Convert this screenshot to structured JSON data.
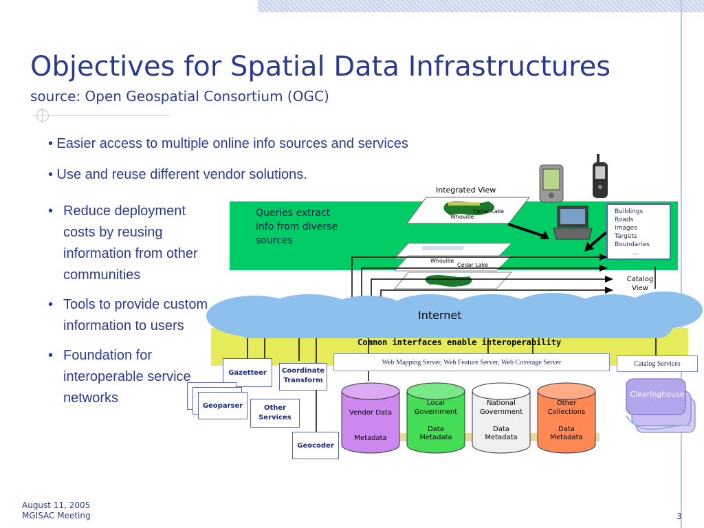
{
  "slide": {
    "title": "Objectives for Spatial Data Infrastructures",
    "subtitle": "source: Open Geospatial Consortium (OGC)",
    "bullets_top": [
      "• Easier access to multiple online info sources and services",
      "• Use and reuse different vendor solutions."
    ],
    "bullets": [
      "Reduce deployment costs by reusing information from other communities",
      "Tools to provide custom information to users",
      "Foundation for interoperable service networks"
    ],
    "bullet_marker": "•",
    "footer_date": "August 11, 2005",
    "footer_event": "MGISAC  Meeting",
    "page_number": "3"
  },
  "diagram": {
    "integrated_view": "Integrated View",
    "map_labels": {
      "cedar_lake": "Cedar Lake",
      "whoville": "Whoville"
    },
    "queries_text": "Queries extract info from diverse sources",
    "catalog_items": [
      "Buildings",
      "Roads",
      "Images",
      "Targets",
      "Boundaries",
      "..."
    ],
    "catalog_view": "Catalog View",
    "internet": "Internet",
    "common_interfaces": "Common interfaces enable interoperability",
    "web_servers": "Web Mapping Server, Web Feature Server, Web Coverage Server",
    "catalog_services": "Catalog Services",
    "gazetteer": "Gazetteer",
    "coordinate_transform": "Coordinate Transform",
    "geoparser": "Geoparser",
    "other_services": "Other Services",
    "geocoder": "Geocoder",
    "clearinghouse": "Clearinghouse",
    "cylinders": [
      {
        "label": "Vendor Data",
        "meta": "Metadata",
        "color": "#cc88ee"
      },
      {
        "label": "Local Government",
        "sub": "Data",
        "meta": "Metadata",
        "color": "#44dd55"
      },
      {
        "label": "National Government",
        "sub": "Data",
        "meta": "Metadata",
        "color": "#f0f0f0"
      },
      {
        "label": "Other Collections",
        "sub": "Data",
        "meta": "Metadata",
        "color": "#ff8855"
      }
    ]
  },
  "colors": {
    "title": "#2a3a8c",
    "green_band": "#00cc66",
    "yellow_band": "#e6eb5a",
    "cloud": "#8ec0ee"
  }
}
